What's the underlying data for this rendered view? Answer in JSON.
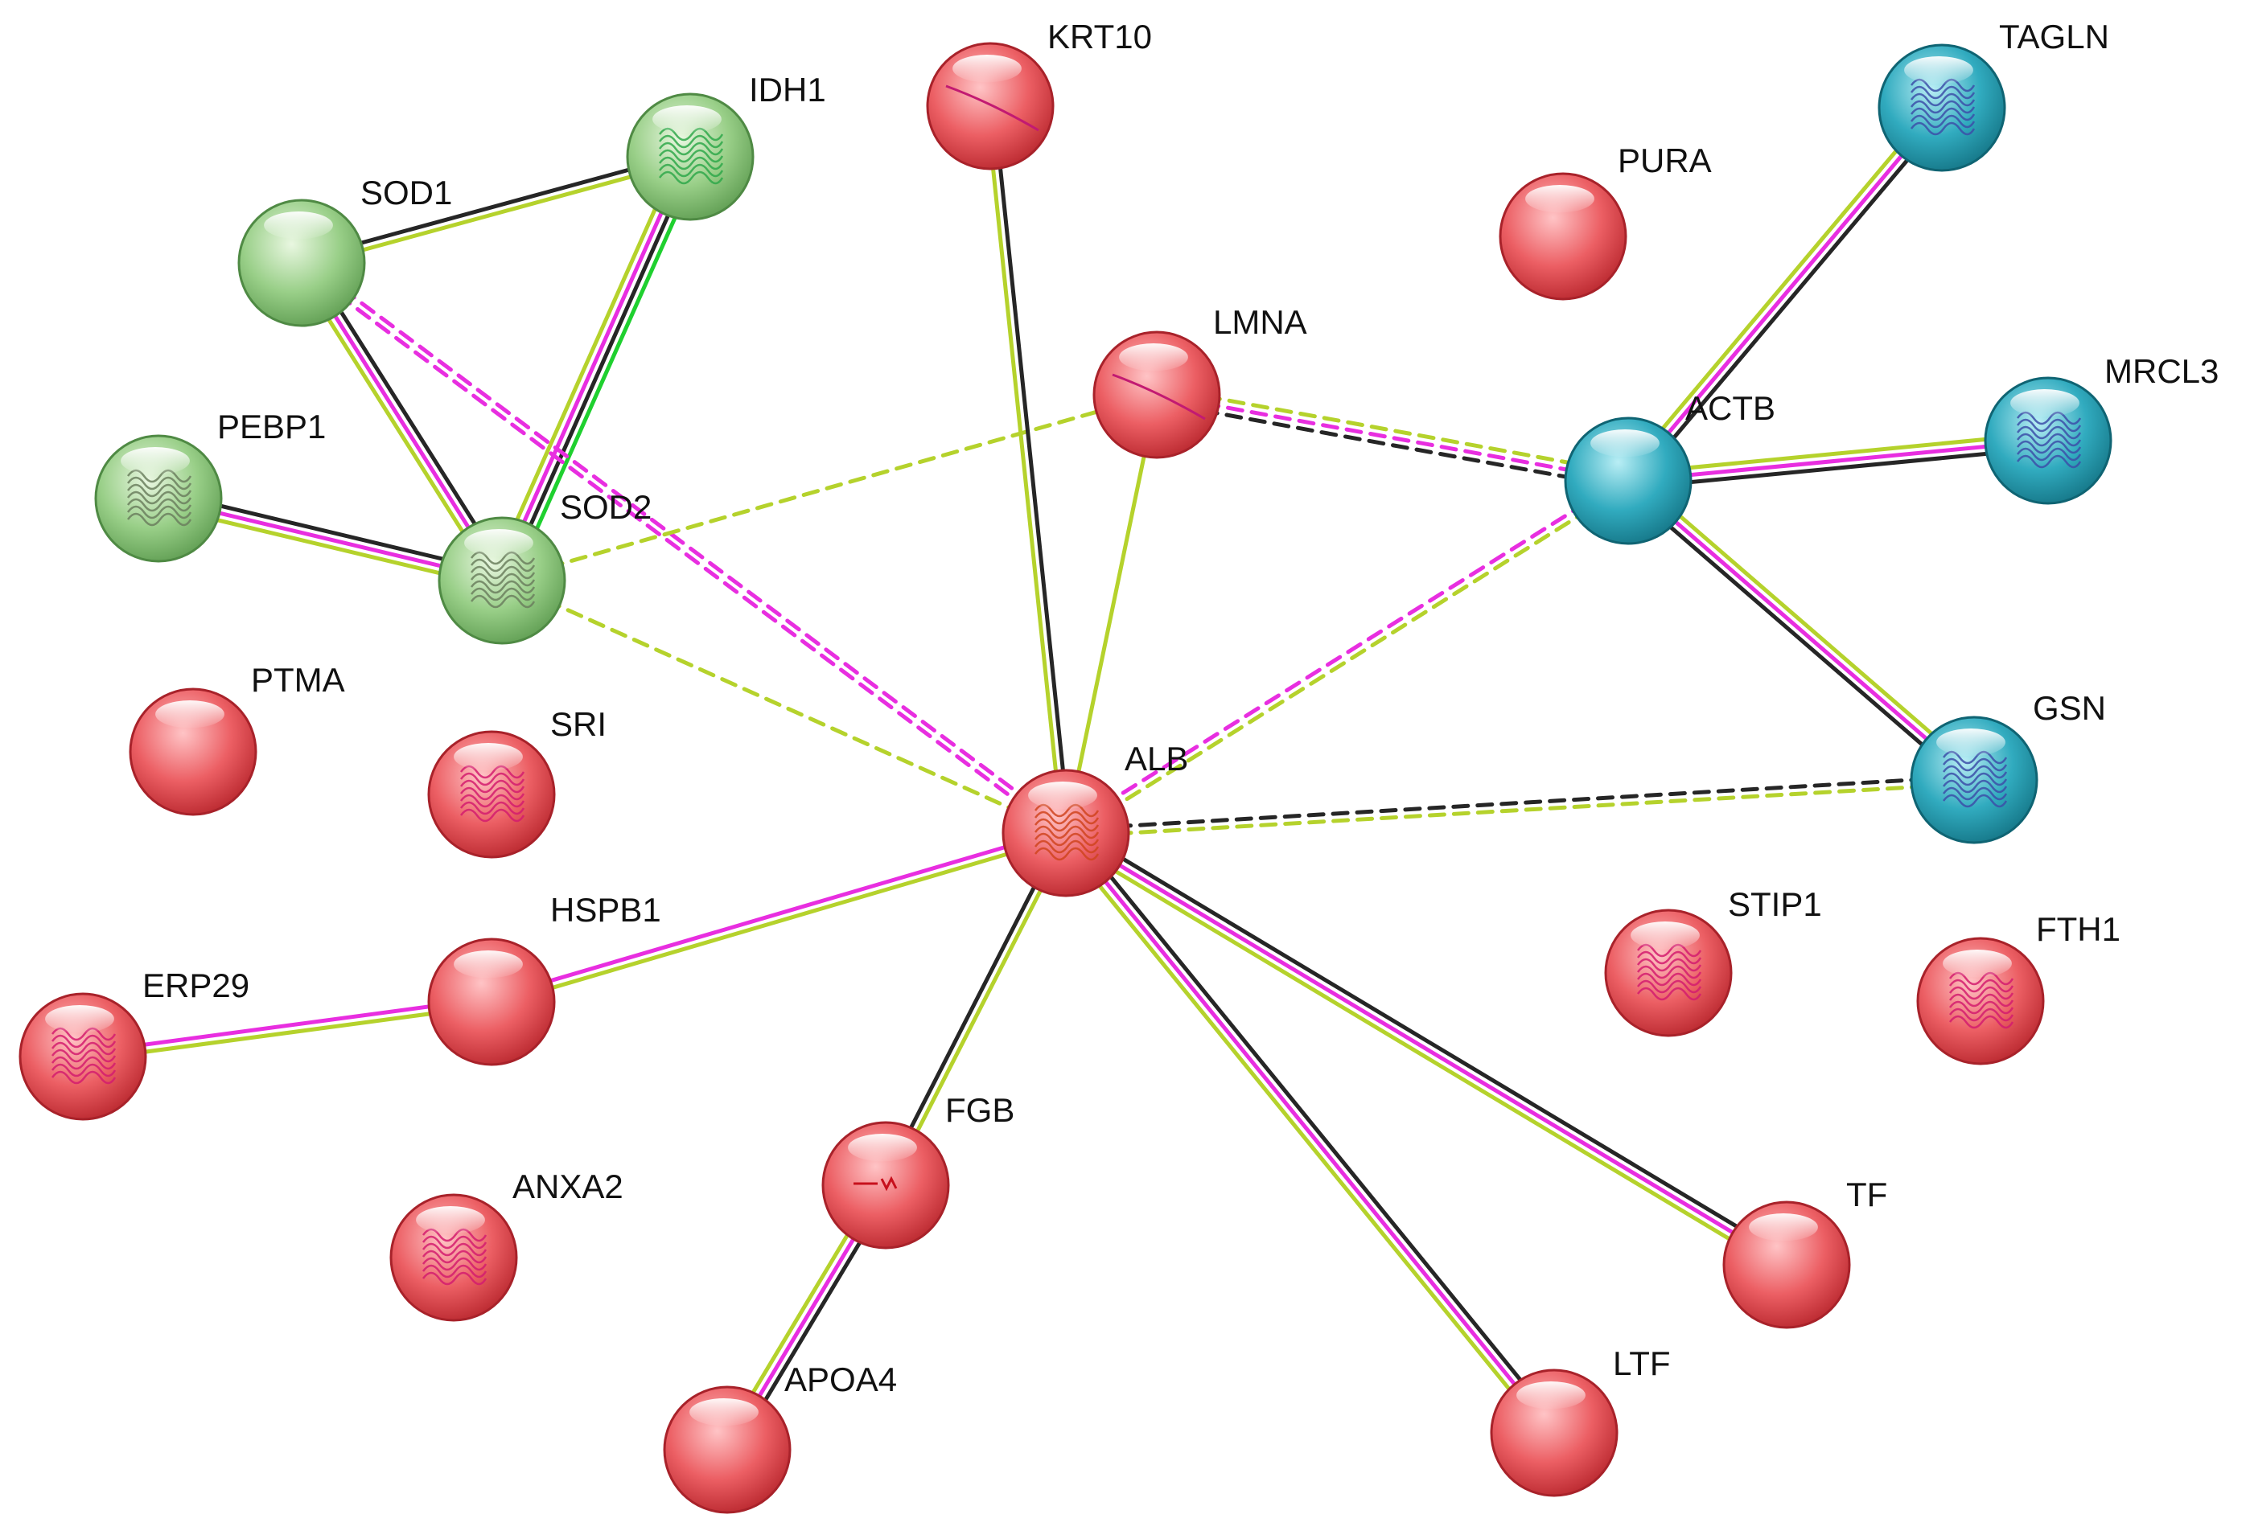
{
  "network": {
    "legend_colors": {
      "co_expression": "#262626",
      "experiments": "#e82ee0",
      "textmining": "#b5d22c",
      "databases": "#1fd02f"
    },
    "cluster_colors": {
      "red": "#e8545a",
      "green": "#8cc77b",
      "cyan": "#2aa3b6"
    },
    "nodes": [
      {
        "id": "KRT10",
        "label": "KRT10",
        "cluster": "red",
        "structure": "filament"
      },
      {
        "id": "IDH1",
        "label": "IDH1",
        "cluster": "green",
        "structure": "protein-3d"
      },
      {
        "id": "SOD1",
        "label": "SOD1",
        "cluster": "green",
        "structure": "none"
      },
      {
        "id": "PURA",
        "label": "PURA",
        "cluster": "red",
        "structure": "none"
      },
      {
        "id": "TAGLN",
        "label": "TAGLN",
        "cluster": "cyan",
        "structure": "protein-3d"
      },
      {
        "id": "LMNA",
        "label": "LMNA",
        "cluster": "red",
        "structure": "filament"
      },
      {
        "id": "MRCL3",
        "label": "MRCL3",
        "cluster": "cyan",
        "structure": "protein-3d"
      },
      {
        "id": "ACTB",
        "label": "ACTB",
        "cluster": "cyan",
        "structure": "none"
      },
      {
        "id": "PEBP1",
        "label": "PEBP1",
        "cluster": "green",
        "structure": "protein-3d"
      },
      {
        "id": "SOD2",
        "label": "SOD2",
        "cluster": "green",
        "structure": "protein-3d"
      },
      {
        "id": "PTMA",
        "label": "PTMA",
        "cluster": "red",
        "structure": "none"
      },
      {
        "id": "SRI",
        "label": "SRI",
        "cluster": "red",
        "structure": "protein-3d"
      },
      {
        "id": "ALB",
        "label": "ALB",
        "cluster": "red",
        "structure": "protein-3d"
      },
      {
        "id": "GSN",
        "label": "GSN",
        "cluster": "cyan",
        "structure": "protein-3d"
      },
      {
        "id": "HSPB1",
        "label": "HSPB1",
        "cluster": "red",
        "structure": "none"
      },
      {
        "id": "STIP1",
        "label": "STIP1",
        "cluster": "red",
        "structure": "protein-3d"
      },
      {
        "id": "FTH1",
        "label": "FTH1",
        "cluster": "red",
        "structure": "protein-3d"
      },
      {
        "id": "ERP29",
        "label": "ERP29",
        "cluster": "red",
        "structure": "protein-3d"
      },
      {
        "id": "FGB",
        "label": "FGB",
        "cluster": "red",
        "structure": "fragment"
      },
      {
        "id": "ANXA2",
        "label": "ANXA2",
        "cluster": "red",
        "structure": "protein-3d"
      },
      {
        "id": "TF",
        "label": "TF",
        "cluster": "red",
        "structure": "none"
      },
      {
        "id": "LTF",
        "label": "LTF",
        "cluster": "red",
        "structure": "none"
      },
      {
        "id": "APOA4",
        "label": "APOA4",
        "cluster": "red",
        "structure": "none"
      }
    ],
    "edges": [
      {
        "source": "SOD1",
        "target": "IDH1",
        "evidence": [
          "co_expression",
          "textmining"
        ],
        "dashed": false
      },
      {
        "source": "SOD1",
        "target": "SOD2",
        "evidence": [
          "co_expression",
          "experiments",
          "textmining"
        ],
        "dashed": false
      },
      {
        "source": "IDH1",
        "target": "SOD2",
        "evidence": [
          "databases",
          "co_expression",
          "experiments",
          "textmining"
        ],
        "dashed": false
      },
      {
        "source": "PEBP1",
        "target": "SOD2",
        "evidence": [
          "co_expression",
          "experiments",
          "textmining"
        ],
        "dashed": false
      },
      {
        "source": "SOD1",
        "target": "ALB",
        "evidence": [
          "experiments",
          "experiments"
        ],
        "dashed": true
      },
      {
        "source": "SOD2",
        "target": "LMNA",
        "evidence": [
          "textmining"
        ],
        "dashed": true
      },
      {
        "source": "SOD2",
        "target": "ALB",
        "evidence": [
          "textmining"
        ],
        "dashed": true
      },
      {
        "source": "KRT10",
        "target": "ALB",
        "evidence": [
          "co_expression",
          "textmining"
        ],
        "dashed": false
      },
      {
        "source": "LMNA",
        "target": "ALB",
        "evidence": [
          "textmining"
        ],
        "dashed": false
      },
      {
        "source": "LMNA",
        "target": "ACTB",
        "evidence": [
          "textmining",
          "experiments",
          "co_expression"
        ],
        "dashed": true
      },
      {
        "source": "ACTB",
        "target": "ALB",
        "evidence": [
          "textmining",
          "experiments"
        ],
        "dashed": true
      },
      {
        "source": "TAGLN",
        "target": "ACTB",
        "evidence": [
          "co_expression",
          "experiments",
          "textmining"
        ],
        "dashed": false
      },
      {
        "source": "MRCL3",
        "target": "ACTB",
        "evidence": [
          "co_expression",
          "experiments",
          "textmining"
        ],
        "dashed": false
      },
      {
        "source": "GSN",
        "target": "ACTB",
        "evidence": [
          "co_expression",
          "experiments",
          "textmining"
        ],
        "dashed": false
      },
      {
        "source": "GSN",
        "target": "ALB",
        "evidence": [
          "textmining",
          "co_expression"
        ],
        "dashed": true
      },
      {
        "source": "HSPB1",
        "target": "ALB",
        "evidence": [
          "experiments",
          "textmining"
        ],
        "dashed": false
      },
      {
        "source": "ERP29",
        "target": "HSPB1",
        "evidence": [
          "experiments",
          "textmining"
        ],
        "dashed": false
      },
      {
        "source": "FGB",
        "target": "ALB",
        "evidence": [
          "co_expression",
          "textmining"
        ],
        "dashed": false
      },
      {
        "source": "APOA4",
        "target": "FGB",
        "evidence": [
          "textmining",
          "experiments",
          "co_expression"
        ],
        "dashed": false
      },
      {
        "source": "TF",
        "target": "ALB",
        "evidence": [
          "textmining",
          "experiments",
          "co_expression"
        ],
        "dashed": false
      },
      {
        "source": "LTF",
        "target": "ALB",
        "evidence": [
          "textmining",
          "experiments",
          "co_expression"
        ],
        "dashed": false
      }
    ]
  }
}
